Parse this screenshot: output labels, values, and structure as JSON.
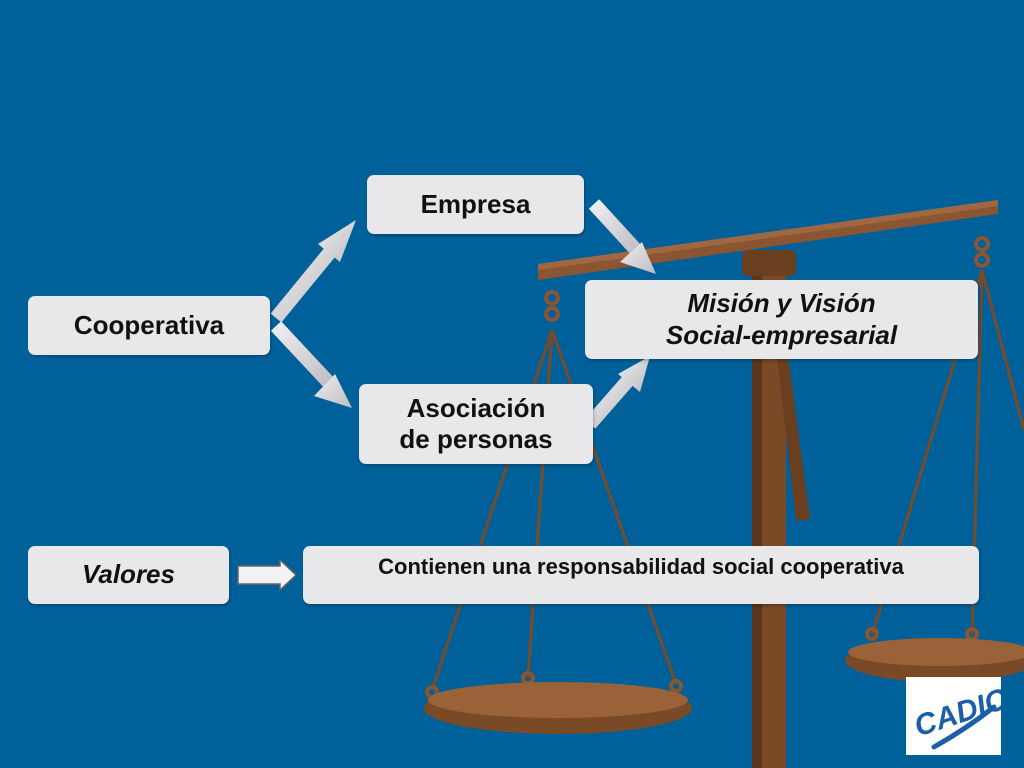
{
  "colors": {
    "background": "#00619a",
    "box_fill": "#e8e8ea",
    "scale_wood": "#7a4a26",
    "arrow_fill": "#d9d9dc",
    "logo_blue": "#1a5fa8"
  },
  "diagram": {
    "nodes": {
      "cooperativa": "Cooperativa",
      "empresa": "Empresa",
      "asociacion_line1": "Asociación",
      "asociacion_line2": "de personas",
      "mision_line1": "Misión y Visión",
      "mision_line2": "Social-empresarial",
      "valores": "Valores",
      "contienen": "Contienen una responsabilidad social cooperativa"
    },
    "edges": [
      {
        "from": "cooperativa",
        "to": "empresa"
      },
      {
        "from": "cooperativa",
        "to": "asociacion"
      },
      {
        "from": "empresa",
        "to": "mision"
      },
      {
        "from": "asociacion",
        "to": "mision"
      },
      {
        "from": "valores",
        "to": "contienen"
      }
    ]
  },
  "logo": {
    "text": "CADIC"
  }
}
